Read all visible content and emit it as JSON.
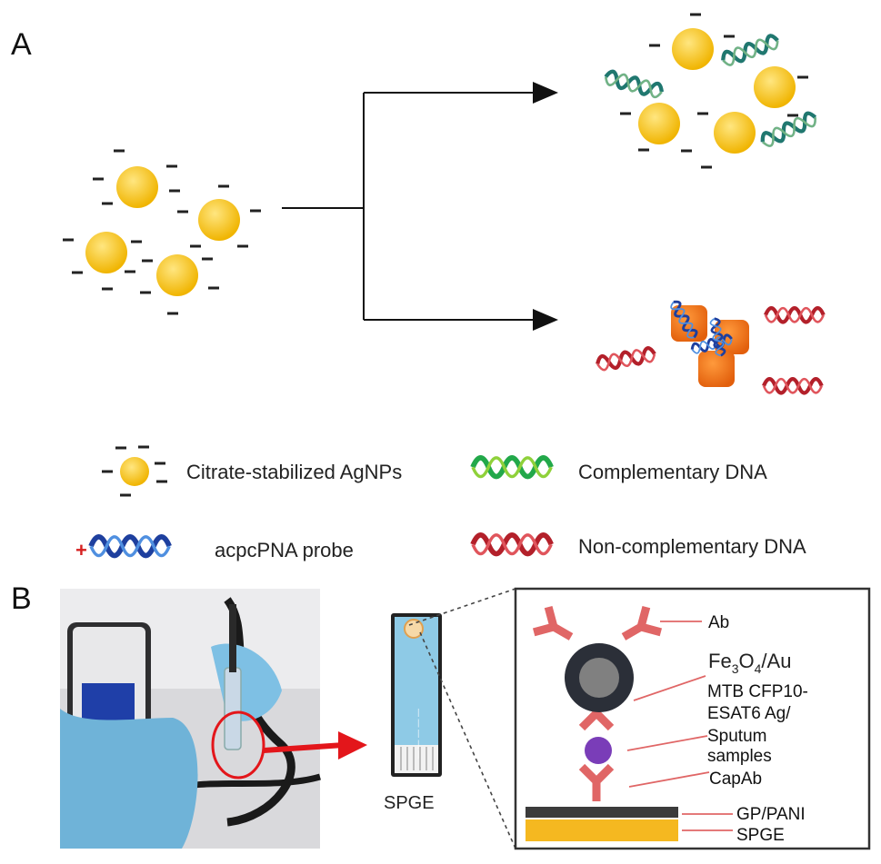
{
  "panel_a": {
    "letter": "A",
    "legend": {
      "agnp": "Citrate-stabilized AgNPs",
      "complementary": "Complementary DNA",
      "probe": "acpcPNA probe",
      "noncomplementary": "Non-complementary DNA"
    }
  },
  "panel_b": {
    "letter": "B",
    "electrode_label": "SPGE",
    "inset": {
      "ab": "Ab",
      "fe_main": "Fe",
      "fe_sub3": "3",
      "fe_o": "O",
      "fe_sub4": "4",
      "fe_tail": "/Au",
      "ag_line1": "MTB CFP10-",
      "ag_line2": "ESAT6 Ag/",
      "sputum_line1": "Sputum",
      "sputum_line2": "samples",
      "capab": "CapAb",
      "gp_pani": "GP/PANI",
      "spge": "SPGE"
    }
  },
  "colors": {
    "agnp_fill": "#f5c518",
    "aggregate": "#f07a1a",
    "complementary_dna": "#2bb04a",
    "probe_dna": "#1e3f9e",
    "noncomplementary_dna": "#b3202a",
    "antibody": "#e06666",
    "arrow_red": "#e3161b"
  }
}
